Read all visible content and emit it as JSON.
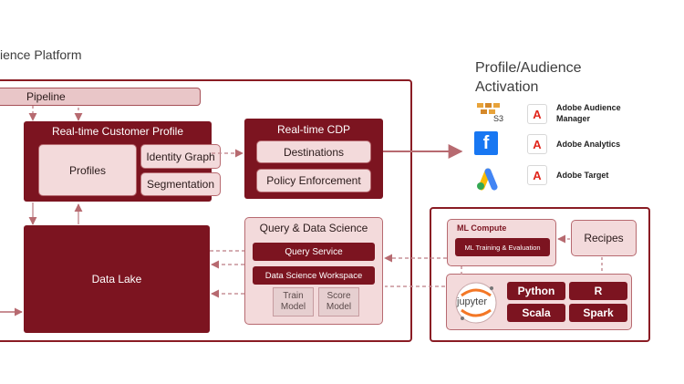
{
  "platform": {
    "title": "ience Platform"
  },
  "pipeline": {
    "label": "Pipeline"
  },
  "rtcp": {
    "title": "Real-time Customer Profile",
    "profiles": "Profiles",
    "identity_graph": "Identity Graph",
    "segmentation": "Segmentation"
  },
  "cdp": {
    "title": "Real-time CDP",
    "destinations": "Destinations",
    "policy": "Policy Enforcement"
  },
  "data_lake": {
    "label": "Data Lake"
  },
  "qds": {
    "title": "Query & Data Science",
    "query_service": "Query Service",
    "dsw": "Data Science Workspace",
    "train_model": "Train Model",
    "score_model": "Score Model"
  },
  "activation": {
    "title_line1": "Profile/Audience",
    "title_line2": "Activation",
    "s3_label": "S3",
    "apps": [
      {
        "name_line1": "Adobe Audience",
        "name_line2": "Manager",
        "icon": "adobe-icon"
      },
      {
        "name_line1": "Adobe Analytics",
        "name_line2": "",
        "icon": "adobe-icon"
      },
      {
        "name_line1": "Adobe Target",
        "name_line2": "",
        "icon": "adobe-icon"
      }
    ],
    "left_icons": [
      "aws-s3-icon",
      "facebook-icon",
      "google-ads-icon"
    ]
  },
  "ml": {
    "compute_title": "ML Compute",
    "training": "ML Training & Evaluation",
    "recipes": "Recipes",
    "jupyter": "jupyter",
    "languages": [
      "Python",
      "R",
      "Scala",
      "Spark"
    ]
  },
  "colors": {
    "brand": "#7c1420",
    "outline": "#8a1c24",
    "pink": "#f3dadb",
    "adobe_red": "#e1251b"
  }
}
